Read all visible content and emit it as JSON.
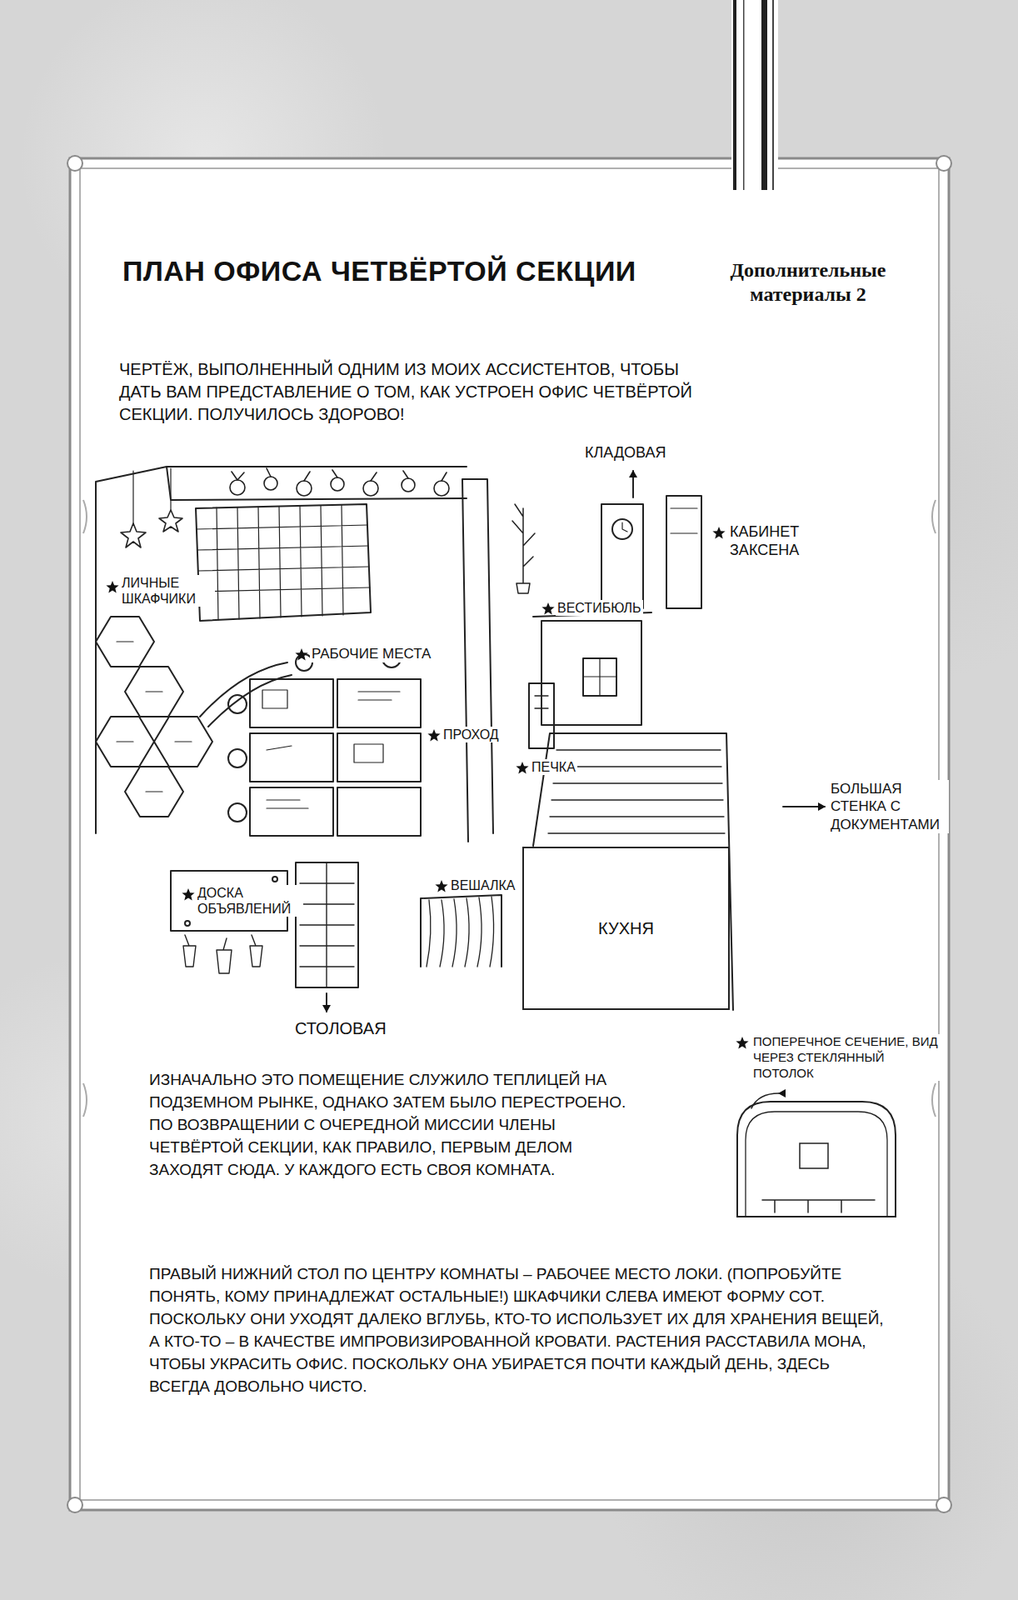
{
  "diagram": {
    "title": "ПЛАН ОФИСА ЧЕТВЁРТОЙ СЕКЦИИ",
    "nodes": [
      {
        "text": [
          "КУХНЯ"
        ]
      }
    ],
    "labels": [
      "Дополнительные материалы 2",
      "ЧЕРТЁЖ, ВЫПОЛНЕННЫЙ ОДНИМ ИЗ МОИХ АССИСТЕНТОВ, ЧТОБЫ ДАТЬ ВАМ ПРЕДСТАВЛЕНИЕ О ТОМ, КАК УСТРОЕН ОФИС ЧЕТВЁРТОЙ СЕКЦИИ. ПОЛУЧИЛОСЬ ЗДОРОВО!",
      "КЛАДОВАЯ",
      "КАБИНЕТ ЗАКСЕНА",
      "ЛИЧНЫЕ ШКАФЧИКИ",
      "РАБОЧИЕ МЕСТА",
      "ВЕСТИБЮЛЬ",
      "ПРОХОД",
      "ПЕЧКА",
      "БОЛЬШАЯ СТЕНКА С ДОКУМЕНТАМИ",
      "ДОСКА ОБЪЯВЛЕНИЙ",
      "ВЕШАЛКА",
      "СТОЛОВАЯ",
      "ПОПЕРЕЧНОЕ СЕЧЕНИЕ, ВИД ЧЕРЕЗ СТЕКЛЯННЫЙ ПОТОЛОК",
      "ИЗНАЧАЛЬНО ЭТО ПОМЕЩЕНИЕ СЛУЖИЛО ТЕПЛИЦЕЙ НА ПОДЗЕМНОМ РЫНКЕ, ОДНАКО ЗАТЕМ БЫЛО ПЕРЕСТРОЕНО. ПО ВОЗВРАЩЕНИИ С ОЧЕРЕДНОЙ МИССИИ ЧЛЕНЫ ЧЕТВЁРТОЙ СЕКЦИИ, КАК ПРАВИЛО, ПЕРВЫМ ДЕЛОМ ЗАХОДЯТ СЮДА. У КАЖДОГО ЕСТЬ СВОЯ КОМНАТА.",
      "ПРАВЫЙ НИЖНИЙ СТОЛ ПО ЦЕНТРУ КОМНАТЫ – РАБОЧЕЕ МЕСТО ЛОКИ. (ПОПРОБУЙТЕ ПОНЯТЬ, КОМУ ПРИНАДЛЕЖАТ ОСТАЛЬНЫЕ!) ШКАФЧИКИ СЛЕВА ИМЕЮТ ФОРМУ СОТ. ПОСКОЛЬКУ ОНИ УХОДЯТ ДАЛЕКО ВГЛУБЬ, КТО-ТО ИСПОЛЬЗУЕТ ИХ ДЛЯ ХРАНЕНИЯ ВЕЩЕЙ, А КТО-ТО – В КАЧЕСТВЕ ИМПРОВИЗИРОВАННОЙ КРОВАТИ. РАСТЕНИЯ РАССТАВИЛА МОНА, ЧТОБЫ УКРАСИТЬ ОФИС. ПОСКОЛЬКУ ОНА УБИРАЕТСЯ ПОЧТИ КАЖДЫЙ ДЕНЬ, ЗДЕСЬ ВСЕГДА ДОВОЛЬНО ЧИСТО."
    ]
  }
}
